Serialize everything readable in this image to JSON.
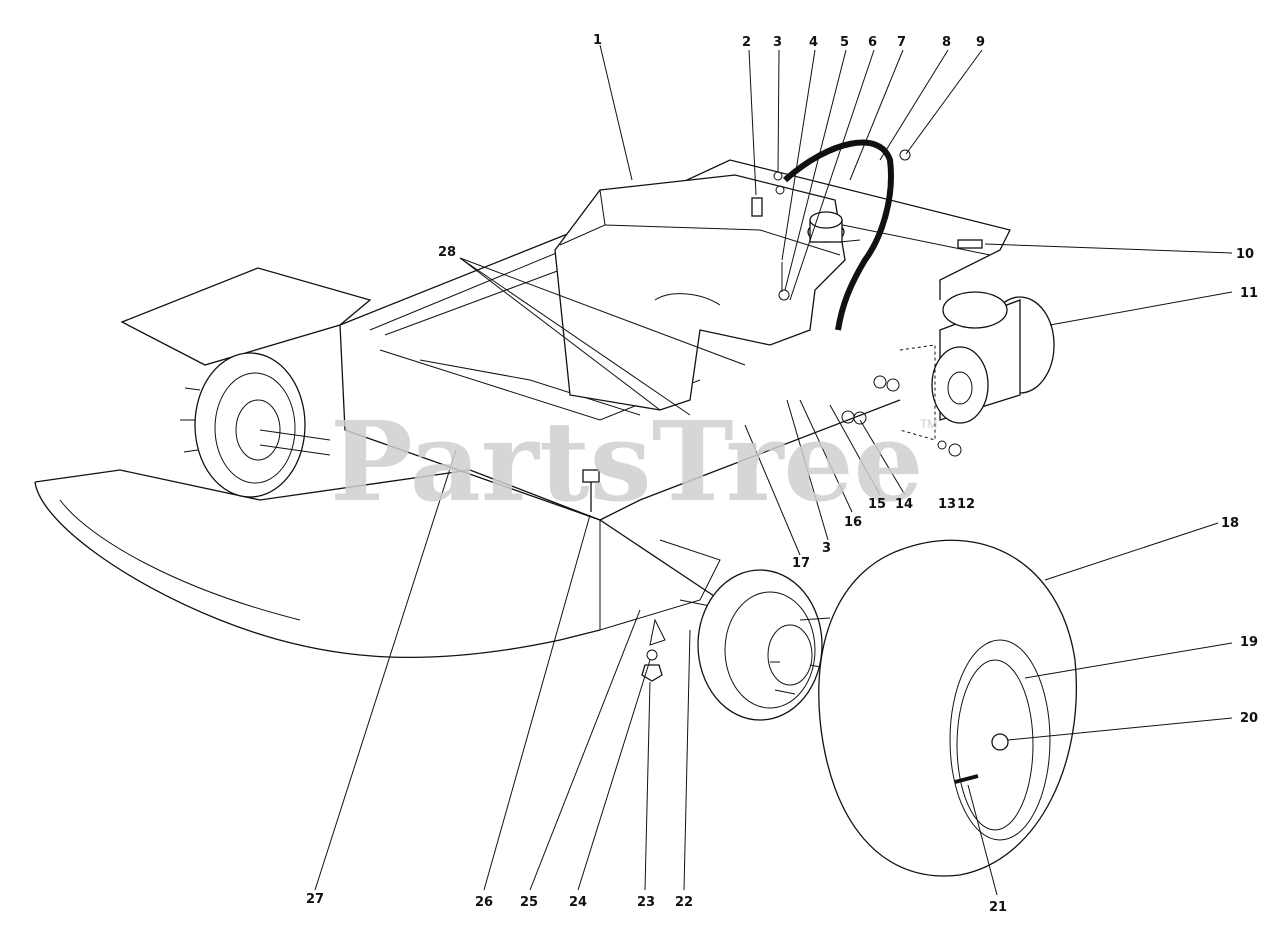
{
  "watermark": {
    "text": "PartsTree",
    "trademark": "TM"
  },
  "callouts": [
    {
      "id": "c1",
      "label": "1"
    },
    {
      "id": "c2",
      "label": "2"
    },
    {
      "id": "c3a",
      "label": "3"
    },
    {
      "id": "c4",
      "label": "4"
    },
    {
      "id": "c5",
      "label": "5"
    },
    {
      "id": "c6",
      "label": "6"
    },
    {
      "id": "c7",
      "label": "7"
    },
    {
      "id": "c8",
      "label": "8"
    },
    {
      "id": "c9",
      "label": "9"
    },
    {
      "id": "c10",
      "label": "10"
    },
    {
      "id": "c11",
      "label": "11"
    },
    {
      "id": "c28",
      "label": "28"
    },
    {
      "id": "c13",
      "label": "13"
    },
    {
      "id": "c12",
      "label": "12"
    },
    {
      "id": "c15",
      "label": "15"
    },
    {
      "id": "c14",
      "label": "14"
    },
    {
      "id": "c16",
      "label": "16"
    },
    {
      "id": "c3b",
      "label": "3"
    },
    {
      "id": "c17",
      "label": "17"
    },
    {
      "id": "c18",
      "label": "18"
    },
    {
      "id": "c19",
      "label": "19"
    },
    {
      "id": "c20",
      "label": "20"
    },
    {
      "id": "c21",
      "label": "21"
    },
    {
      "id": "c27",
      "label": "27"
    },
    {
      "id": "c26",
      "label": "26"
    },
    {
      "id": "c25",
      "label": "25"
    },
    {
      "id": "c24",
      "label": "24"
    },
    {
      "id": "c23",
      "label": "23"
    },
    {
      "id": "c22",
      "label": "22"
    }
  ]
}
